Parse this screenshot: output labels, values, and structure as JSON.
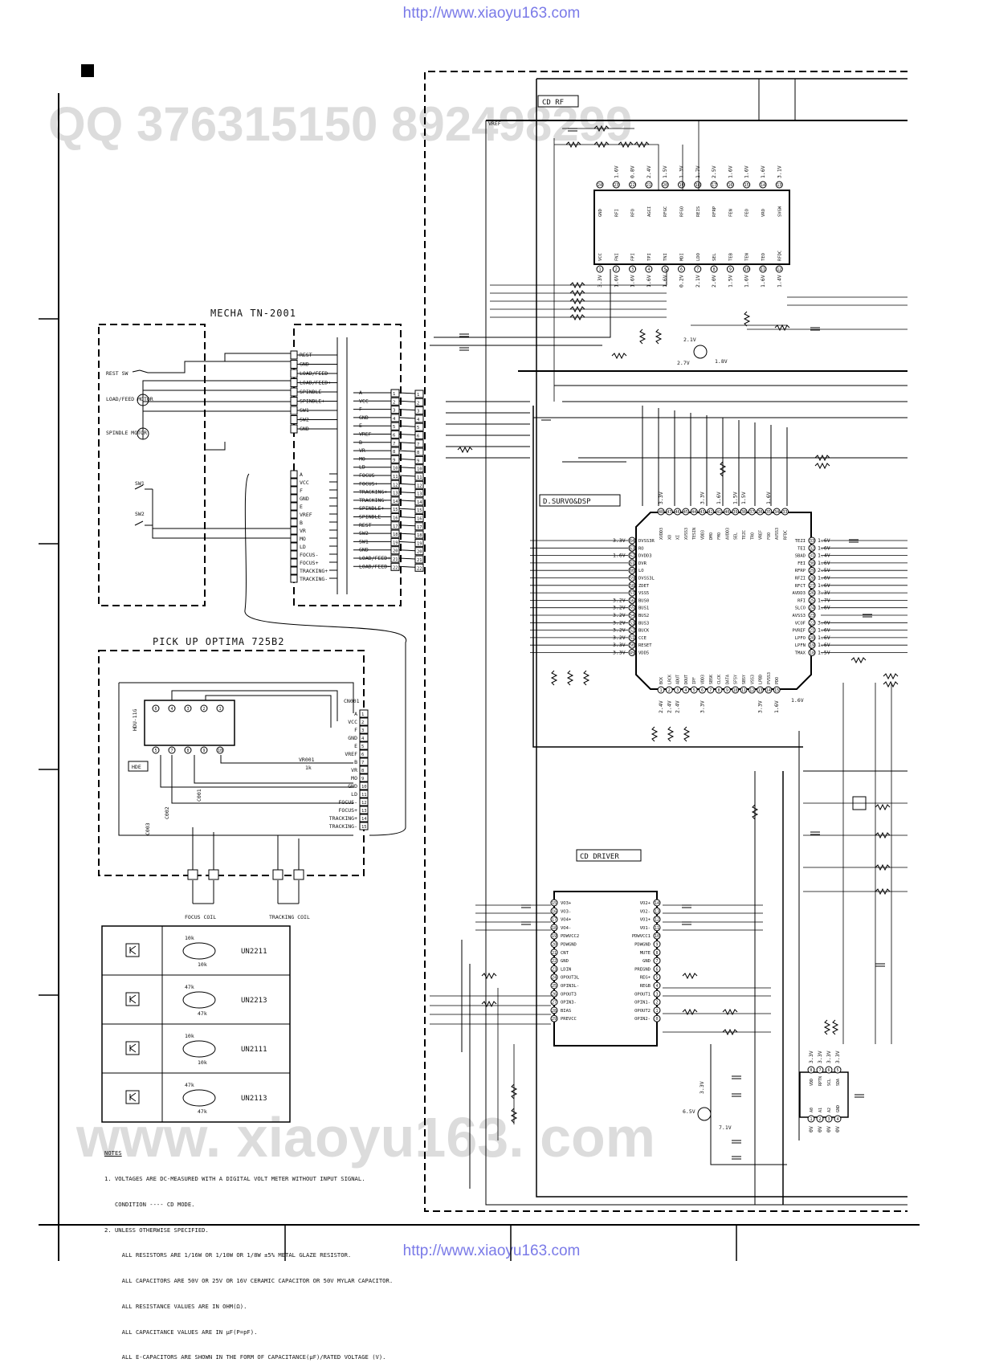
{
  "header_url": "http://www.xiaoyu163.com",
  "footer_url": "http://www.xiaoyu163.com",
  "watermark_top": "QQ 376315150  892498299",
  "watermark_bottom": "www. xiaoyu163. com",
  "blocks": {
    "mecha": {
      "title": "MECHA    TN-2001"
    },
    "pickup": {
      "title": "PICK UP    OPTIMA 725B2"
    },
    "cd_rf": {
      "title": "CD RF"
    },
    "dsp": {
      "title": "D.SURVO&DSP"
    },
    "driver": {
      "title": "CD DRIVER"
    }
  },
  "mecha_parts": [
    "REST SW",
    "LOAD/FEED MOTOR",
    "SPINDLE MOTOR",
    "SW1",
    "SW2"
  ],
  "mecha_connector_top": [
    "REST",
    "GND",
    "LOAD/FEED-",
    "LOAD/FEED+",
    "SPINDLE-",
    "SPINDLE+",
    "SW1",
    "SW2",
    "GND"
  ],
  "mecha_connector_bottom": [
    "A",
    "VCC",
    "F",
    "GND",
    "E",
    "VREF",
    "B",
    "VR",
    "MO",
    "LD",
    "FOCUS-",
    "FOCUS+",
    "TRACKING+",
    "TRACKING-"
  ],
  "cn_signals": [
    "A",
    "VCC",
    "F",
    "GND",
    "E",
    "VREF",
    "B",
    "VR",
    "MO",
    "LD",
    "FOCUS-",
    "FOCUS+",
    "TRACKING+",
    "TRACKING-",
    "SPINDLE+",
    "SPINDLE-",
    "REST",
    "SW2",
    "SW1",
    "GND",
    "LOAD/FEED+",
    "LOAD/FEED-"
  ],
  "pickup_connector_label": "CN001",
  "pickup_signals": [
    "A",
    "VCC",
    "F",
    "GND",
    "E",
    "VREF",
    "B",
    "VR",
    "MO",
    "GND",
    "LD",
    "FOCUS-",
    "FOCUS+",
    "TRACKING+",
    "TRACKING-"
  ],
  "pickup_labels": {
    "hdu": "HDU-11G",
    "hde": "HDE",
    "vr": "VR001",
    "vr_val": "1k",
    "c1": "C001",
    "c2": "C002",
    "c3": "C003",
    "focus_coil": "FOCUS COIL",
    "tracking_coil": "TRACKING COIL"
  },
  "rf_top_pins": [
    "GND",
    "RFI",
    "RFO",
    "AGCI",
    "RFGC",
    "RFGO",
    "REIS",
    "RFRP",
    "FEN",
    "FEO",
    "VRO",
    "SVGW"
  ],
  "rf_bottom_pins": [
    "VCC",
    "FNI",
    "FPI",
    "TPI",
    "TNI",
    "MDI",
    "LDO",
    "SEL",
    "TEB",
    "TEN",
    "TEO",
    "RFDC"
  ],
  "rf_top_volts": [
    "",
    "1.6V",
    "0.8V",
    "2.4V",
    "1.5V",
    "1.3V",
    "1.7V",
    "2.5V",
    "1.6V",
    "1.6V",
    "1.6V",
    "3.1V"
  ],
  "rf_bottom_volts": [
    "3.3V",
    "1.6V",
    "1.6V",
    "1.6V",
    "1.6V",
    "0.2V",
    "2.1V",
    "2.0V",
    "1.5V",
    "1.6V",
    "1.6V",
    "1.4V"
  ],
  "dsp_left_pins": [
    "DVSS3R",
    "RO",
    "DVDD3",
    "DVR",
    "LO",
    "DVSS3L",
    "ZDET",
    "VSS5",
    "BUS0",
    "BUS1",
    "BUS2",
    "BUS3",
    "BUCK",
    "CCE",
    "RESET",
    "VDD5"
  ],
  "dsp_left_volts": [
    "3.3V",
    "",
    "1.6V",
    "",
    "",
    "",
    "",
    "",
    "3.2V",
    "3.2V",
    "3.2V",
    "3.2V",
    "3.2V",
    "3.2V",
    "3.3V",
    "3.3V"
  ],
  "dsp_right_pins": [
    "TEZI",
    "TEI",
    "SBAD",
    "FEI",
    "RFRP",
    "RFZI",
    "RFCT",
    "AVDD3",
    "RFI",
    "SLCO",
    "AVSS3",
    "VCOF",
    "PVREF",
    "LPFO",
    "LPFN",
    "TMAX"
  ],
  "dsp_right_volts": [
    "1.6V",
    "1.6V",
    "1.4V",
    "1.6V",
    "2.5V",
    "1.6V",
    "1.6V",
    "3.3V",
    "1.7V",
    "1.6V",
    "",
    "3.0V",
    "1.6V",
    "1.6V",
    "1.6V",
    "1.5V"
  ],
  "dsp_top_pins": [
    "XVDD3",
    "XO",
    "XI",
    "XVSS3",
    "TESIN",
    "VDD3",
    "DMO",
    "FMO",
    "AVDD3",
    "SEL",
    "TEZC",
    "TRO",
    "VREF",
    "FOO",
    "AVSS3",
    "RFDC"
  ],
  "dsp_top_volts": [
    "3.3V",
    "",
    "",
    "",
    "",
    "3.3V",
    "",
    "1.6V",
    "",
    "1.5V",
    "1.5V",
    "",
    "",
    "1.6V",
    ""
  ],
  "dsp_bottom_pins": [
    "BCK",
    "LRCK",
    "ADUT",
    "DOUT",
    "IPF",
    "VDD3",
    "SBSK",
    "CLCK",
    "DATA",
    "SFSY",
    "SBSY",
    "VSS3",
    "LPBD",
    "PVSS3",
    "PDO"
  ],
  "dsp_bottom_volts": [
    "2.4V",
    "2.4V",
    "2.4V",
    "",
    "",
    "3.3V",
    "",
    "",
    "",
    "",
    "",
    "",
    "3.3V",
    "",
    "1.6V"
  ],
  "driver_left_pins": [
    "VO3+",
    "VO3-",
    "VO4+",
    "VO4-",
    "PDWVCC2",
    "PDWGND",
    "CNT",
    "GND",
    "LDIN",
    "OPOUT3L",
    "OPIN3L-",
    "OPOUT3",
    "OPIN3-",
    "BIAS",
    "PREVCC"
  ],
  "driver_right_pins": [
    "VO2+",
    "VO2-",
    "VO1+",
    "VO1-",
    "PDWVCC1",
    "PDWGND",
    "MUTE",
    "GND",
    "PREGND",
    "REG+",
    "REGB",
    "OPOUT1",
    "OPIN1-",
    "OPOUT2",
    "OPIN2-"
  ],
  "volt_labels": {
    "v_27": "2.7V",
    "v_21": "2.1V",
    "v_18": "1.8V",
    "v_65": "6.5V",
    "v_71": "7.1V",
    "v_33": "3.3V",
    "v_16": "1.6V"
  },
  "misc": {
    "vref": "VREF"
  },
  "transistor_table": [
    {
      "values": [
        "10k",
        "10k"
      ],
      "part": "UN2211"
    },
    {
      "values": [
        "47k",
        "47k"
      ],
      "part": "UN2213"
    },
    {
      "values": [
        "10k",
        "10k"
      ],
      "part": "UN2111"
    },
    {
      "values": [
        "47k",
        "47k"
      ],
      "part": "UN2113"
    }
  ],
  "ic_small": {
    "top_pins": [
      "VDD",
      "RPTN",
      "SCL",
      "SDA"
    ],
    "bottom_pins": [
      "A0",
      "A1",
      "A2",
      "GND"
    ],
    "top_volts": [
      "3.3V",
      "3.3V",
      "3.3V",
      "3.3V"
    ],
    "bottom_volts": [
      "0V",
      "0V",
      "0V",
      "0V"
    ]
  },
  "notes": {
    "heading": "NOTES",
    "lines": [
      "1. VOLTAGES ARE DC-MEASURED WITH A DIGITAL VOLT METER WITHOUT INPUT SIGNAL.",
      "   CONDITION ---- CD MODE.",
      "2. UNLESS OTHERWISE SPECIFIED.",
      "     ALL RESISTORS ARE 1/16W OR 1/10W OR 1/8W ±5% METAL GLAZE RESISTOR.",
      "     ALL CAPACITORS ARE 50V OR 25V OR 16V CERAMIC CAPACITOR OR 50V MYLAR CAPACITOR.",
      "     ALL RESISTANCE VALUES ARE IN OHM(Ω).",
      "     ALL CAPACITANCE VALUES ARE IN µF(P=pF).",
      "     ALL E-CAPACITORS ARE SHOWN IN THE FORM OF CAPACITANCE(µF)/RATED VOLTAGE (V)."
    ]
  }
}
